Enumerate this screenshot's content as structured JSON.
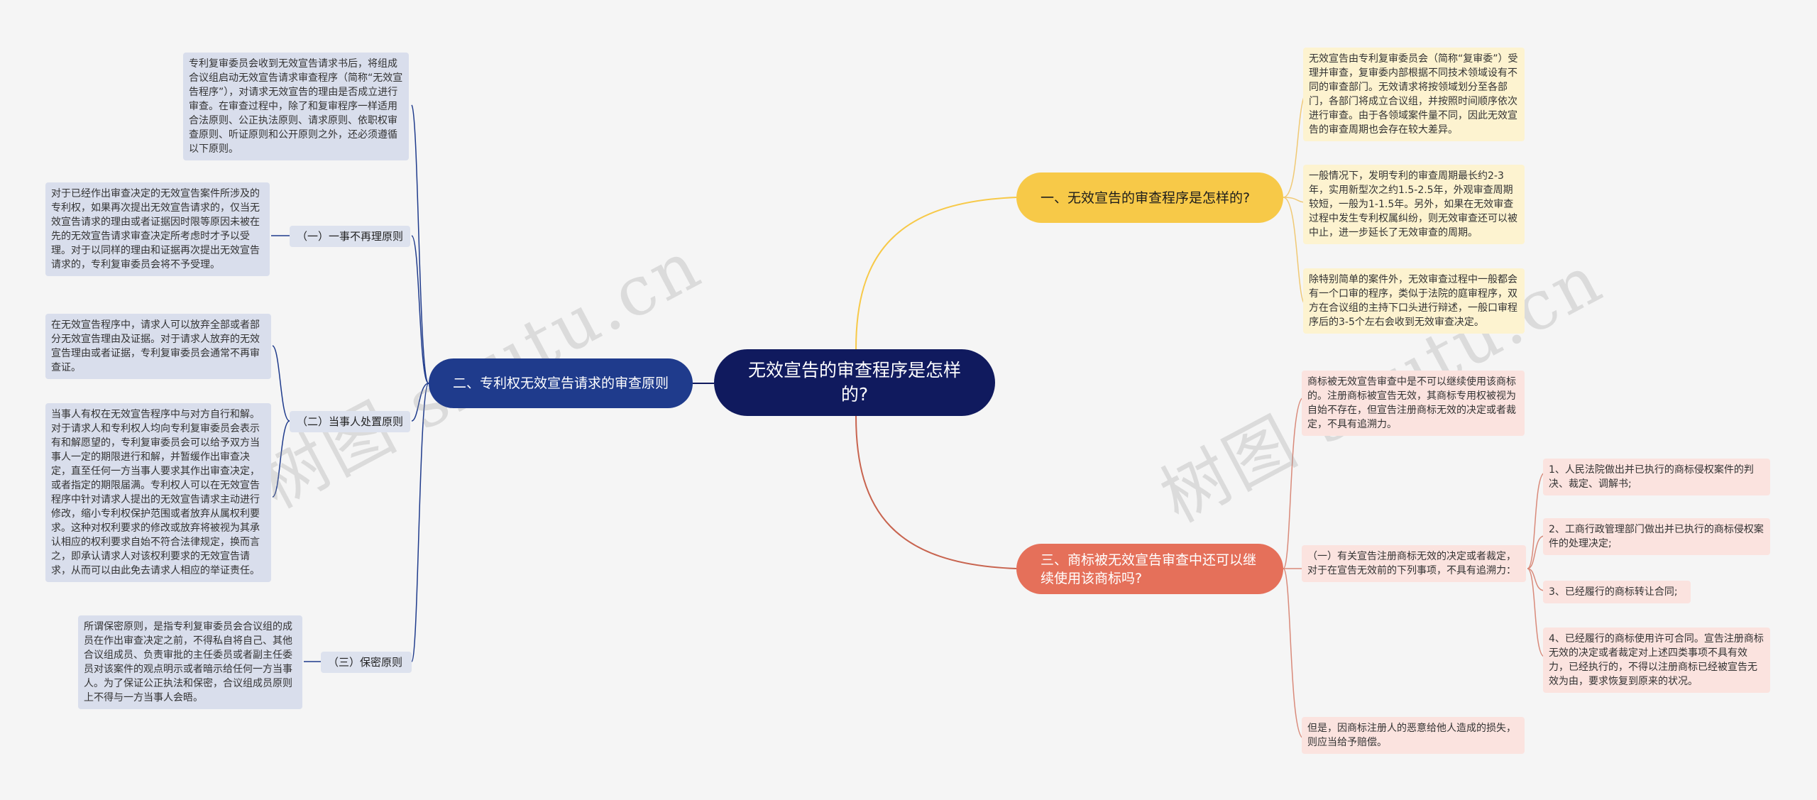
{
  "center": {
    "label": "无效宣告的审查程序是怎样的?"
  },
  "branches": {
    "b1": {
      "label": "一、无效宣告的审查程序是怎样的?",
      "leaves": [
        "无效宣告由专利复审委员会（简称“复审委”）受理并审查，复审委内部根据不同技术领域设有不同的审查部门。无效请求将按领域划分至各部门，各部门将成立合议组，并按照时间顺序依次进行审查。由于各领域案件量不同，因此无效宣告的审查周期也会存在较大差异。",
        "一般情况下，发明专利的审查周期最长约2-3年，实用新型次之约1.5-2.5年，外观审查周期较短，一般为1-1.5年。另外，如果在无效审查过程中发生专利权属纠纷，则无效审查还可以被中止，进一步延长了无效审查的周期。",
        "除特别简单的案件外，无效审查过程中一般都会有一个口审的程序，类似于法院的庭审程序，双方在合议组的主持下口头进行辩述，一般口审程序后的3-5个左右会收到无效审查决定。"
      ]
    },
    "b2": {
      "label": "二、专利权无效宣告请求的审查原则",
      "intro": "专利复审委员会收到无效宣告请求书后，将组成合议组启动无效宣告请求审查程序（简称“无效宣告程序”），对请求无效宣告的理由是否成立进行审查。在审查过程中，除了和复审程序一样适用合法原则、公正执法原则、请求原则、依职权审查原则、听证原则和公开原则之外，还必须遵循以下原则。",
      "subs": [
        {
          "label": "（一）一事不再理原则",
          "leaves": [
            "对于已经作出审查决定的无效宣告案件所涉及的专利权，如果再次提出无效宣告请求的，仅当无效宣告请求的理由或者证据因时限等原因未被在先的无效宣告请求审查决定所考虑时才予以受理。对于以同样的理由和证据再次提出无效宣告请求的，专利复审委员会将不予受理。"
          ]
        },
        {
          "label": "（二）当事人处置原则",
          "leaves": [
            "在无效宣告程序中，请求人可以放弃全部或者部分无效宣告理由及证据。对于请求人放弃的无效宣告理由或者证据，专利复审委员会通常不再审查证。",
            "当事人有权在无效宣告程序中与对方自行和解。对于请求人和专利权人均向专利复审委员会表示有和解愿望的，专利复审委员会可以给予双方当事人一定的期限进行和解，并暂缓作出审查决定，直至任何一方当事人要求其作出审查决定，或者指定的期限届满。专利权人可以在无效宣告程序中针对请求人提出的无效宣告请求主动进行修改，缩小专利权保护范围或者放弃从属权利要求。这种对权利要求的修改或放弃将被视为其承认相应的权利要求自始不符合法律规定，换而言之，即承认请求人对该权利要求的无效宣告请求，从而可以由此免去请求人相应的举证责任。"
          ]
        },
        {
          "label": "（三）保密原则",
          "leaves": [
            "所谓保密原则，是指专利复审委员会合议组的成员在作出审查决定之前，不得私自将自己、其他合议组成员、负责审批的主任委员或者副主任委员对该案件的观点明示或者暗示给任何一方当事人。为了保证公正执法和保密，合议组成员原则上不得与一方当事人会晤。"
          ]
        }
      ]
    },
    "b3": {
      "label": "三、商标被无效宣告审查中还可以继续使用该商标吗?",
      "leaves": [
        "商标被无效宣告审查中是不可以继续使用该商标的。注册商标被宣告无效，其商标专用权被视为自始不存在，但宣告注册商标无效的决定或者裁定，不具有追溯力。",
        "但是，因商标注册人的恶意给他人造成的损失，则应当给予赔偿。"
      ],
      "sub": {
        "label": "（一）有关宣告注册商标无效的决定或者裁定，对于在宣告无效前的下列事项，不具有追溯力：",
        "items": [
          "1、人民法院做出并已执行的商标侵权案件的判决、裁定、调解书;",
          "2、工商行政管理部门做出并已执行的商标侵权案件的处理决定;",
          "3、已经履行的商标转让合同;",
          "4、已经履行的商标使用许可合同。宣告注册商标无效的决定或者裁定对上述四类事项不具有效力，已经执行的，不得以注册商标已经被宣告无效为由，要求恢复到原来的状况。"
        ]
      }
    }
  },
  "watermarks": [
    "树图 shutu.cn",
    "树图 shutu.cn"
  ],
  "colors": {
    "center": "#101a5e",
    "branch1": "#f7c948",
    "branch2": "#1f3b8c",
    "branch3": "#e5705a",
    "leaf1": "#fdf3d0",
    "leaf2": "#d9deec",
    "leaf3": "#fbe3df"
  }
}
